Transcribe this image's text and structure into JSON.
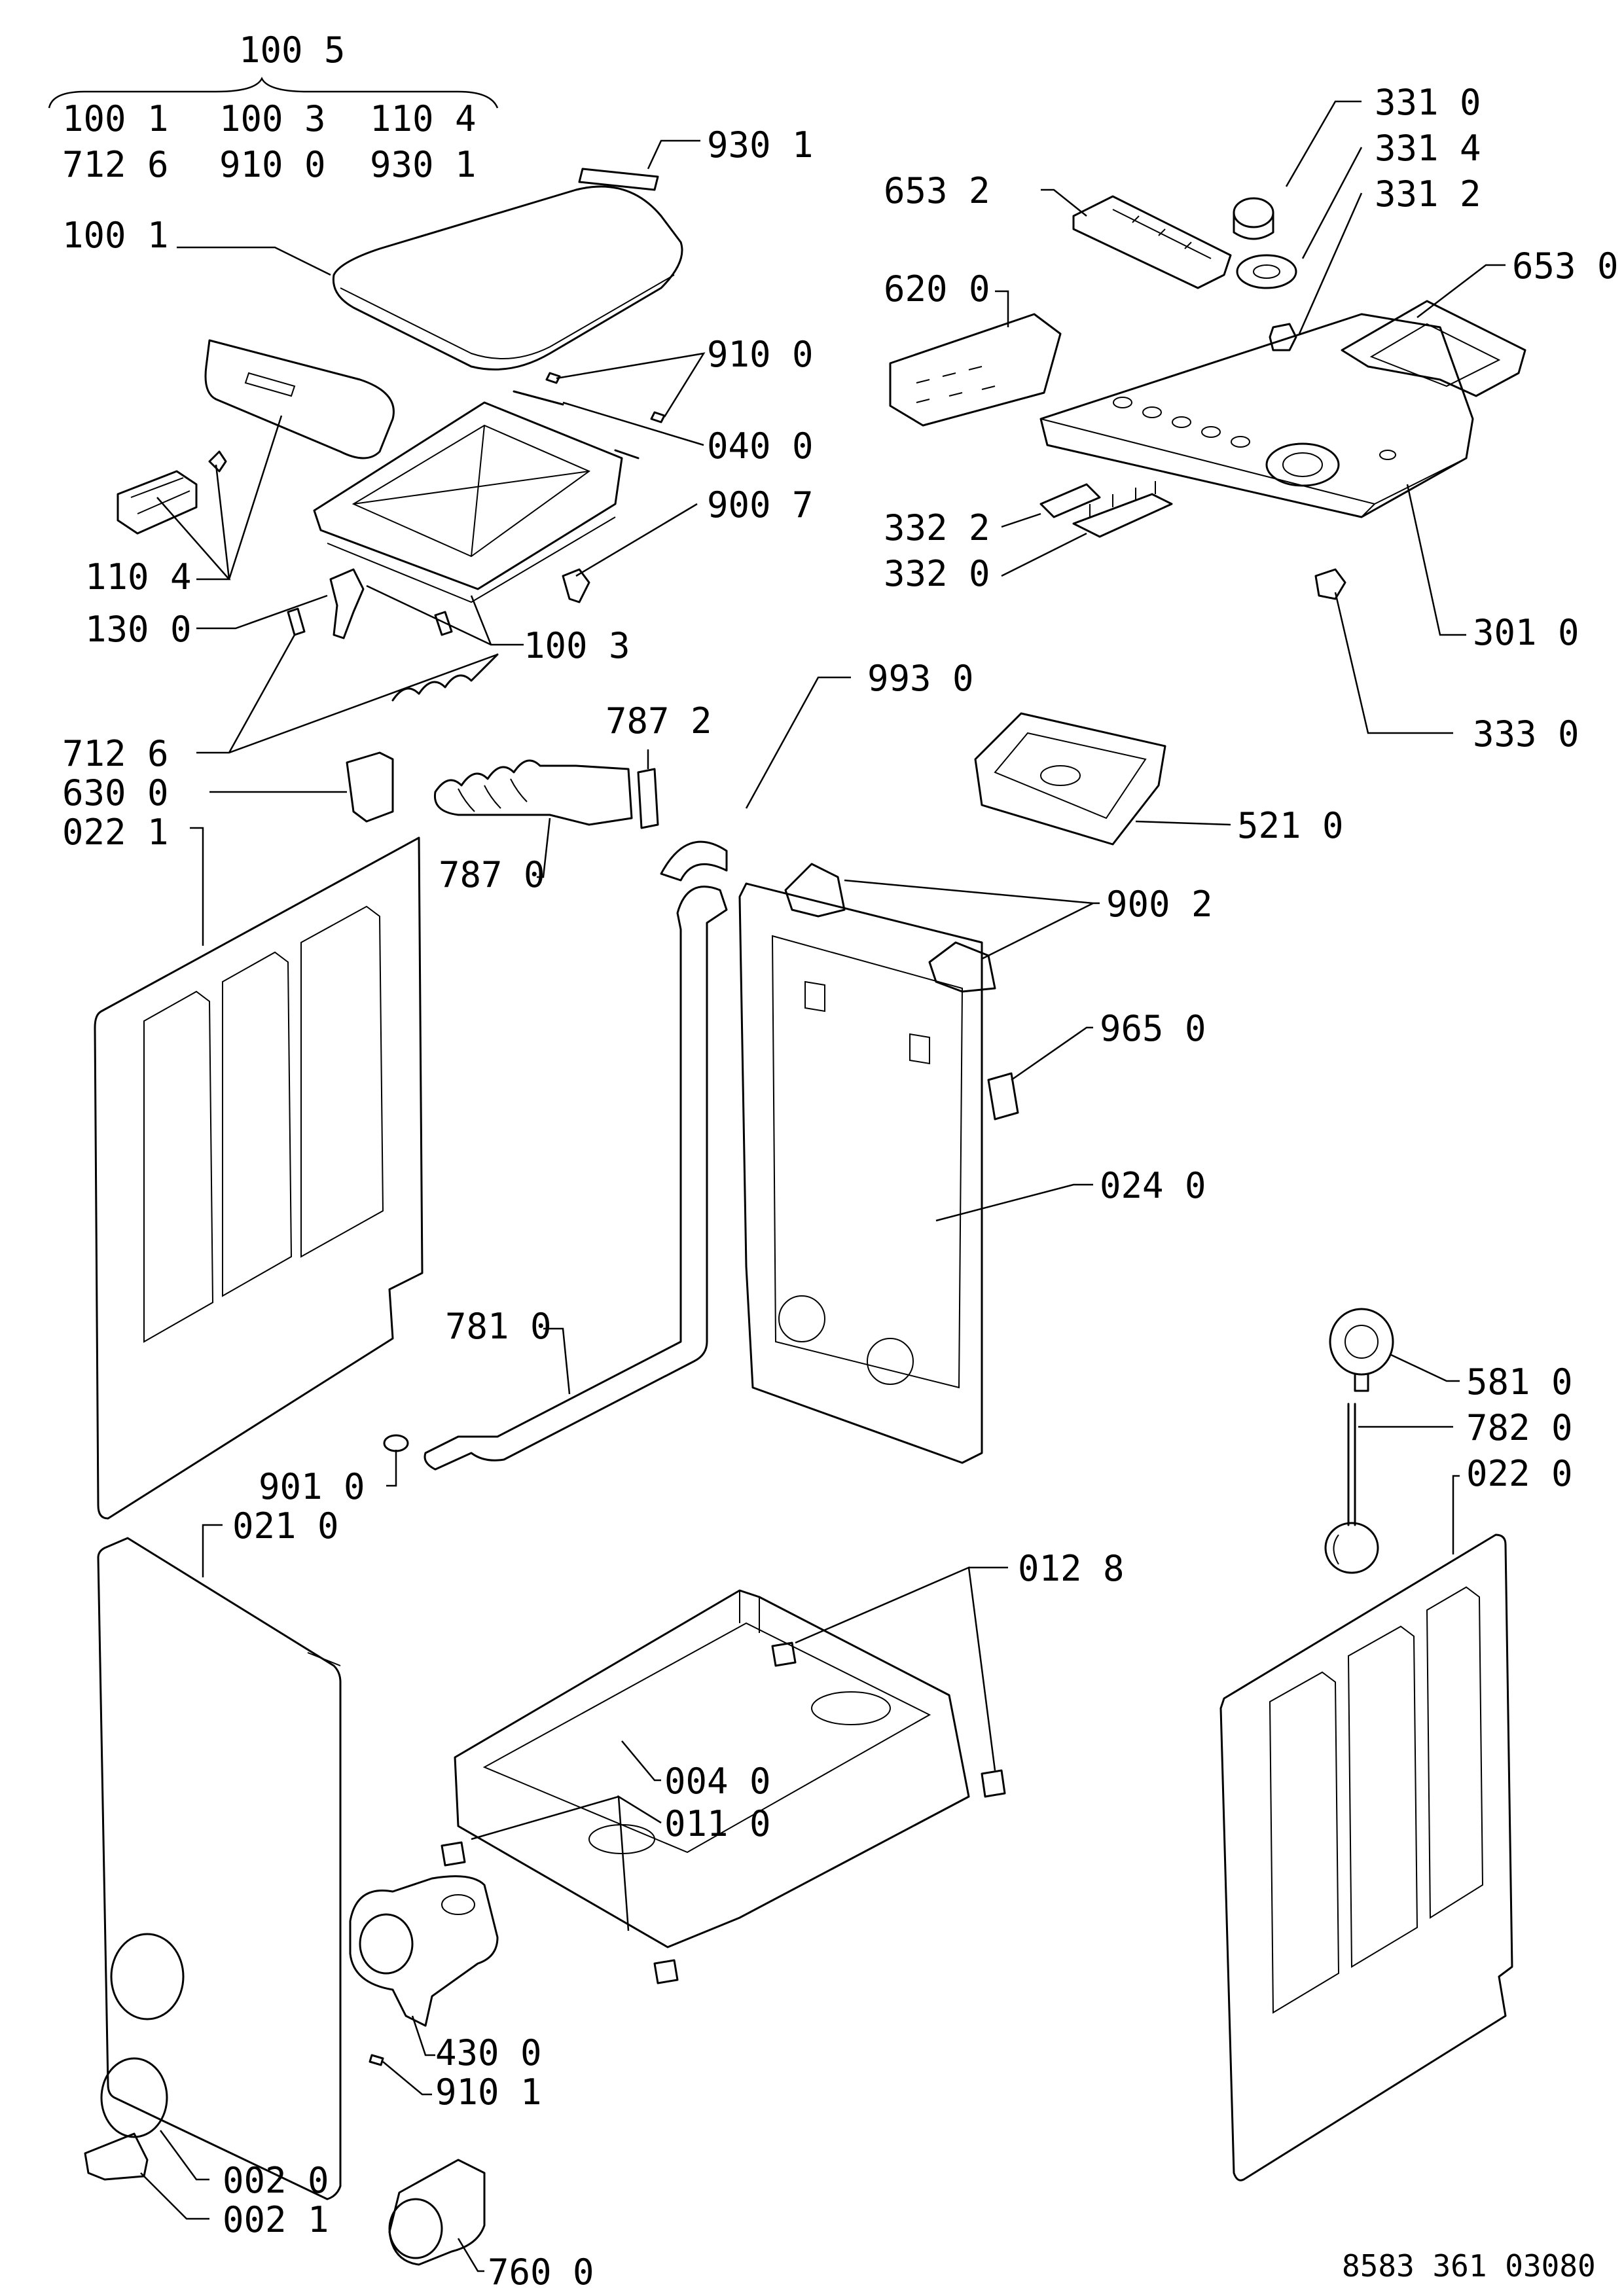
{
  "header": {
    "group_label": "100 5",
    "group_row1": [
      "100 1",
      "100 3",
      "110 4"
    ],
    "group_row2": [
      "712 6",
      "910 0",
      "930 1"
    ]
  },
  "labels": {
    "l9301": "930 1",
    "l1001": "100 1",
    "l9100": "910 0",
    "l0400": "040 0",
    "l9007": "900 7",
    "l1104": "110 4",
    "l1300": "130 0",
    "l1003": "100 3",
    "l7126": "712 6",
    "l7872": "787 2",
    "l6300": "630 0",
    "l0221": "022 1",
    "l7870": "787 0",
    "l3310": "331 0",
    "l3314": "331 4",
    "l3312": "331 2",
    "l6532": "653 2",
    "l6530": "653 0",
    "l6200": "620 0",
    "l3322": "332 2",
    "l3320": "332 0",
    "l3010": "301 0",
    "l3330": "333 0",
    "l9930": "993 0",
    "l5210": "521 0",
    "l9002": "900 2",
    "l9650": "965 0",
    "l0240": "024 0",
    "l7810": "781 0",
    "l9010": "901 0",
    "l0210": "021 0",
    "l5810": "581 0",
    "l7820": "782 0",
    "l0220": "022 0",
    "l0128": "012 8",
    "l0040": "004 0",
    "l0110": "011 0",
    "l4300": "430 0",
    "l9101": "910 1",
    "l0020": "002 0",
    "l0021": "002 1",
    "l7600": "760 0"
  },
  "footer": {
    "doc_number": "8583 361 03080"
  }
}
